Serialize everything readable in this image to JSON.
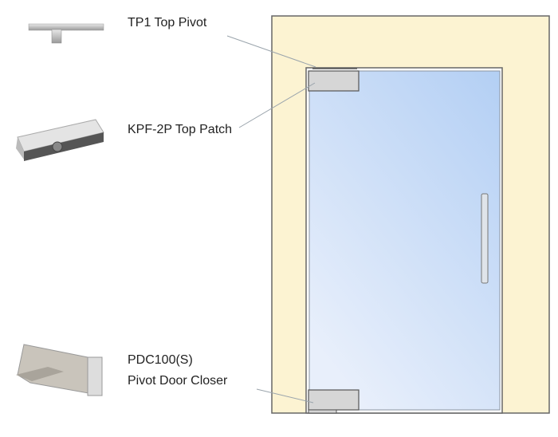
{
  "labels": {
    "top_pivot": "TP1 Top Pivot",
    "top_patch": "KPF-2P Top Patch",
    "closer_model": "PDC100(S)",
    "closer_name": "Pivot Door Closer"
  },
  "colors": {
    "wall": "#fcf3d2",
    "glass_top": "#b3cff4",
    "glass_bottom": "#e8effb",
    "fitting": "#d6d6d6",
    "leader": "#9aa4ac"
  }
}
